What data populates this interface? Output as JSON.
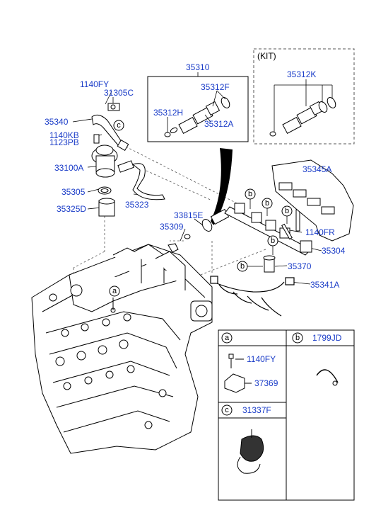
{
  "kit_label": "(KIT)",
  "callout_letters": {
    "a": "a",
    "b": "b",
    "c": "c"
  },
  "legend": {
    "a": {
      "letter": "a",
      "parts": [
        "1140FY",
        "37369"
      ]
    },
    "b": {
      "letter": "b",
      "parts": [
        "1799JD"
      ]
    },
    "c": {
      "letter": "c",
      "parts": [
        "31337F"
      ]
    }
  },
  "parts": {
    "p35310": "35310",
    "p35312K": "35312K",
    "p1140FY": "1140FY",
    "p31305C": "31305C",
    "p35312F_main": "35312F",
    "p35340": "35340",
    "p35312H": "35312H",
    "p35312A": "35312A",
    "p1140KB": "1140KB",
    "p1123PB": "1123PB",
    "p33100A": "33100A",
    "p35345A": "35345A",
    "p35305": "35305",
    "p35323": "35323",
    "p35325D": "35325D",
    "p33815E": "33815E",
    "p35309": "35309",
    "p1140FR": "1140FR",
    "p35304": "35304",
    "p35370": "35370",
    "p35341A": "35341A"
  },
  "colors": {
    "part_number": "#1a3cc8",
    "line": "#000000",
    "dash": "#555555"
  }
}
